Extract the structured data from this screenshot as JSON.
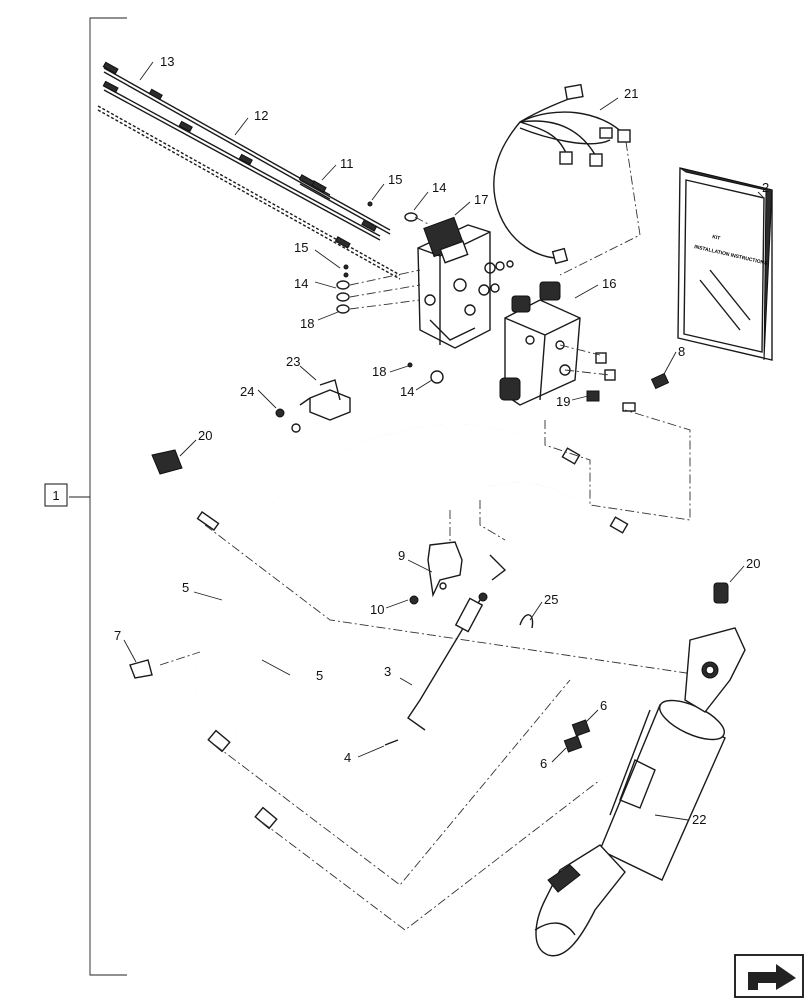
{
  "group_label": "1",
  "callouts": [
    {
      "id": "c13",
      "text": "13"
    },
    {
      "id": "c12",
      "text": "12"
    },
    {
      "id": "c11",
      "text": "11"
    },
    {
      "id": "c15a",
      "text": "15"
    },
    {
      "id": "c14a",
      "text": "14"
    },
    {
      "id": "c17",
      "text": "17"
    },
    {
      "id": "c15b",
      "text": "15"
    },
    {
      "id": "c14b",
      "text": "14"
    },
    {
      "id": "c18a",
      "text": "18"
    },
    {
      "id": "c21",
      "text": "21"
    },
    {
      "id": "c2",
      "text": "2"
    },
    {
      "id": "c16",
      "text": "16"
    },
    {
      "id": "c8",
      "text": "8"
    },
    {
      "id": "c23",
      "text": "23"
    },
    {
      "id": "c24",
      "text": "24"
    },
    {
      "id": "c18b",
      "text": "18"
    },
    {
      "id": "c14c",
      "text": "14"
    },
    {
      "id": "c19",
      "text": "19"
    },
    {
      "id": "c20a",
      "text": "20"
    },
    {
      "id": "c20b",
      "text": "20"
    },
    {
      "id": "c9",
      "text": "9"
    },
    {
      "id": "c10",
      "text": "10"
    },
    {
      "id": "c25",
      "text": "25"
    },
    {
      "id": "c5a",
      "text": "5"
    },
    {
      "id": "c5b",
      "text": "5"
    },
    {
      "id": "c7",
      "text": "7"
    },
    {
      "id": "c3",
      "text": "3"
    },
    {
      "id": "c4",
      "text": "4"
    },
    {
      "id": "c6a",
      "text": "6"
    },
    {
      "id": "c6b",
      "text": "6"
    },
    {
      "id": "c22",
      "text": "22"
    }
  ],
  "manual_text": {
    "line1": "KIT",
    "line2": "INSTALLATION INSTRUCTIONS"
  },
  "nav_icon": "next-page-arrow-icon"
}
